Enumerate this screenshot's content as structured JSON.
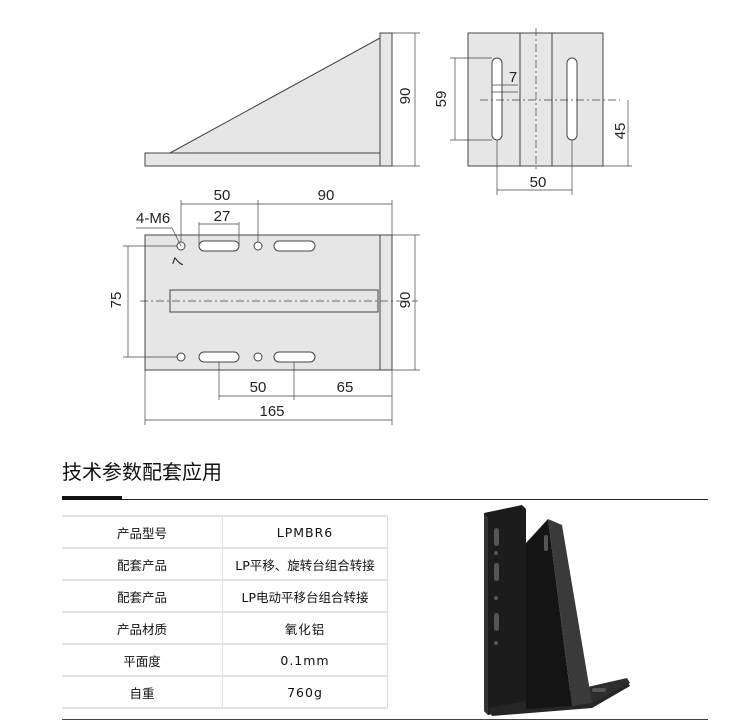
{
  "drawing": {
    "side_view": {
      "height": "90"
    },
    "front_view": {
      "slot_length": "59",
      "slot_width": "7",
      "slot_center_height": "45",
      "slot_spacing": "50"
    },
    "top_view": {
      "hole_spacing": "50",
      "hole_to_edge": "90",
      "slot_length": "27",
      "thread_label": "4-M6",
      "slot_width": "7",
      "row_spacing": "75",
      "width": "90",
      "bottom_spacing": "50",
      "bottom_to_edge": "65",
      "total_length": "165"
    }
  },
  "section": {
    "title": "技术参数配套应用"
  },
  "specs": [
    {
      "label": "产品型号",
      "value": "LPMBR6"
    },
    {
      "label": "配套产品",
      "value": "LP平移、旋转台组合转接"
    },
    {
      "label": "配套产品",
      "value": "LP电动平移台组合转接"
    },
    {
      "label": "产品材质",
      "value": "氧化铝"
    },
    {
      "label": "平面度",
      "value": "0.1mm"
    },
    {
      "label": "自重",
      "value": "760g"
    }
  ]
}
